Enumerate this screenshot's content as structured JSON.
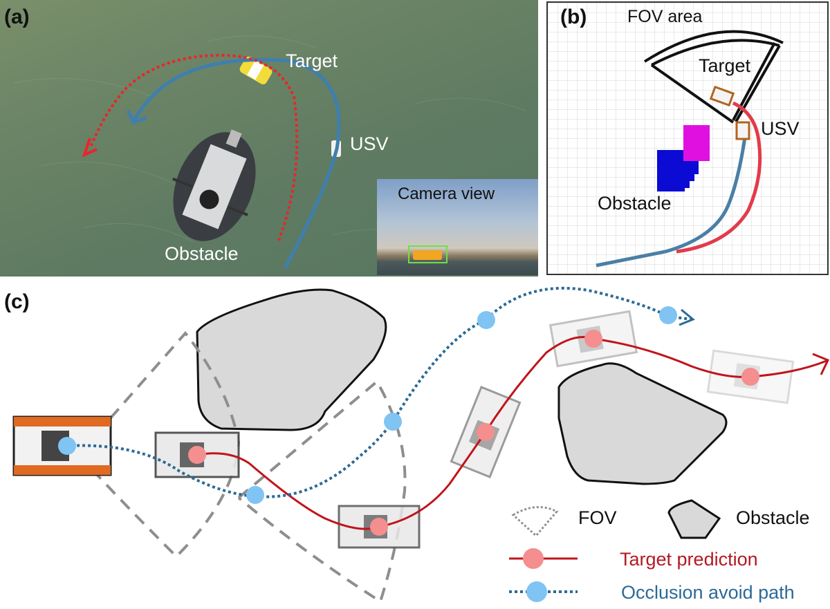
{
  "panel_a": {
    "label": "(a)",
    "labels": {
      "target": "Target",
      "usv": "USV",
      "obstacle": "Obstacle"
    },
    "camera_view": {
      "caption": "Camera view"
    },
    "colors": {
      "predicted_path": "#e8262b",
      "usv_path": "#3f7fae",
      "water": "#6b8466",
      "target_boat": "#f2dc3a",
      "detection_box": "#6ee04a"
    }
  },
  "panel_b": {
    "label": "(b)",
    "labels": {
      "fov_area": "FOV area",
      "target": "Target",
      "usv": "USV",
      "obstacle": "Obstacle"
    },
    "colors": {
      "obstacle_blue": "#0b0bd4",
      "obstacle_magenta": "#e010e0",
      "usv_path": "#4a7fa6",
      "target_path": "#e23b4b",
      "grid": "#d4d4d4"
    }
  },
  "panel_c": {
    "label": "(c)",
    "legend": {
      "fov": "FOV",
      "obstacle": "Obstacle",
      "target_prediction": "Target prediction",
      "occlusion_avoid_path": "Occlusion avoid path"
    },
    "colors": {
      "target_prediction": "#c0141b",
      "target_marker": "#f58e8e",
      "occlusion_path": "#2c6a95",
      "occlusion_marker": "#7fc4f3",
      "fov": "#8e8e8e",
      "obstacle_fill": "#d9d9d9",
      "usv_orange": "#e06a22"
    }
  }
}
